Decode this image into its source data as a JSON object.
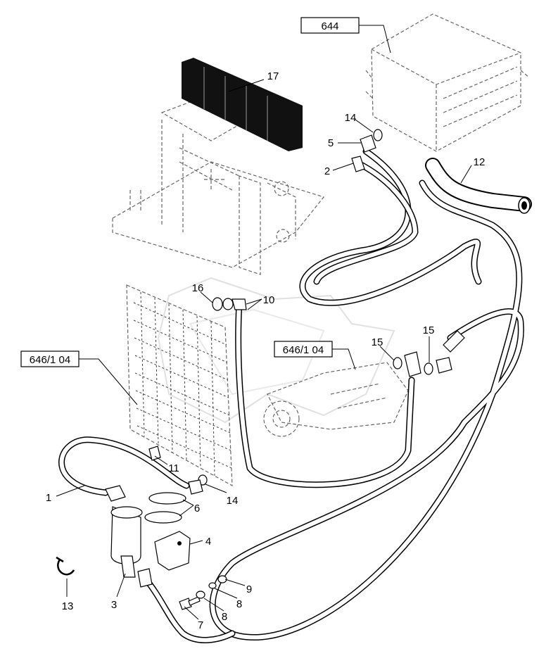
{
  "callouts": {
    "n1": "1",
    "n2": "2",
    "n3": "3",
    "n4": "4",
    "n5": "5",
    "n6": "6",
    "n7": "7",
    "n8a": "8",
    "n8b": "8",
    "n9": "9",
    "n10": "10",
    "n11": "11",
    "n12": "12",
    "n13": "13",
    "n14a": "14",
    "n14b": "14",
    "n15a": "15",
    "n15b": "15",
    "n16": "16",
    "n17": "17"
  },
  "refs": {
    "r644": "644",
    "r646a": "646/1 04",
    "r646b": "646/1 04"
  }
}
